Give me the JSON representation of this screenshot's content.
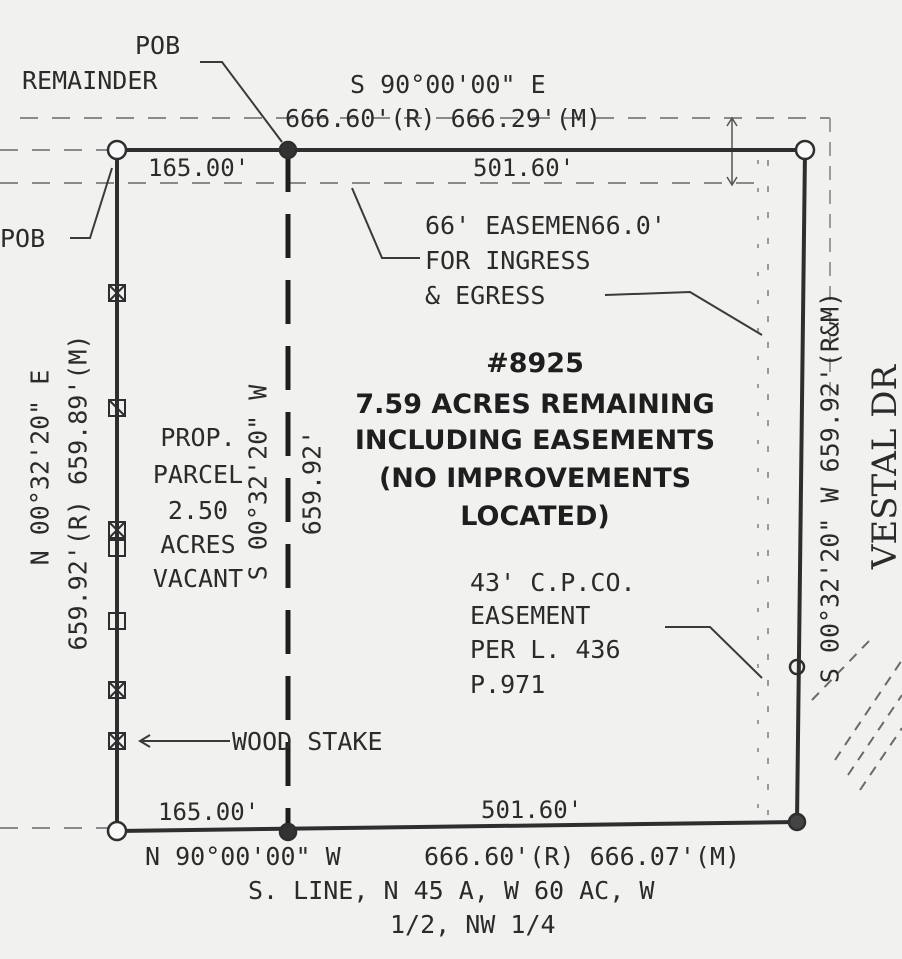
{
  "labels": {
    "pob_remainder_1": "POB",
    "pob_remainder_2": "REMAINDER",
    "north_bearing": "S 90°00'00\" E",
    "north_distance": "666.60'(R) 666.29'(M)",
    "north_left_segment": "165.00'",
    "north_right_segment": "501.60'",
    "pob": "POB",
    "easement_66_line1": "66' EASEMEN66.0'",
    "easement_66_line2": "FOR INGRESS",
    "easement_66_line3": "& EGRESS",
    "remaining_line1": "#8925",
    "remaining_line2": "7.59 ACRES REMAINING",
    "remaining_line3": "INCLUDING EASEMENTS",
    "remaining_line4": "(NO IMPROVEMENTS",
    "remaining_line5": "LOCATED)",
    "parcel_line1": "PROP.",
    "parcel_line2": "PARCEL",
    "parcel_line3": "2.50",
    "parcel_line4": "ACRES",
    "parcel_line5": "VACANT",
    "west_bearing": "N 00°32'20\" E",
    "west_distance": "659.92'(R) 659.89'(M)",
    "center_bearing": "S 00°32'20\" W",
    "center_distance": "659.92'",
    "cpco_line1": "43' C.P.CO.",
    "cpco_line2": "EASEMENT",
    "cpco_line3": "PER L. 436",
    "cpco_line4": "P.971",
    "east_label": "S 00°32'20\" W 659.92'(R&M)",
    "road": "VESTAL DR",
    "wood_stake": "WOOD STAKE",
    "south_left_segment": "165.00'",
    "south_right_segment": "501.60'",
    "south_bearing": "N 90°00'00\" W",
    "south_distance": "666.60'(R) 666.07'(M)",
    "legal_line1": "S. LINE, N 45 A, W 60 AC, W",
    "legal_line2": "1/2, NW 1/4"
  },
  "colors": {
    "paper": "#f1f1ef",
    "ink": "#2b2b2b",
    "faint": "#8a8a8a"
  }
}
